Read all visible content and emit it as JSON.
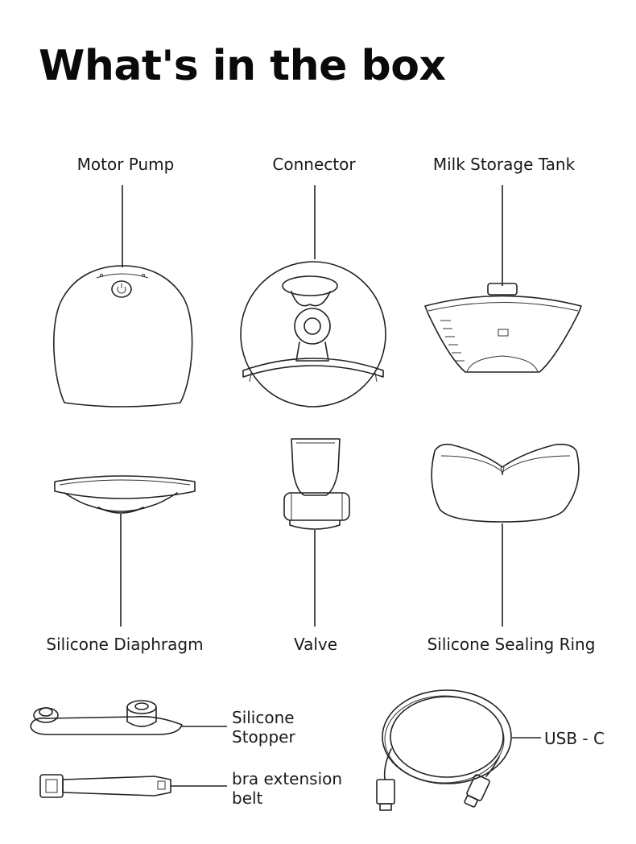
{
  "title": "What's in the box",
  "items": {
    "motor_pump": "Motor Pump",
    "connector": "Connector",
    "milk_storage_tank": "Milk Storage Tank",
    "silicone_diaphragm": "Silicone Diaphragm",
    "valve": "Valve",
    "silicone_sealing_ring": "Silicone Sealing Ring",
    "silicone_stopper_line1": "Silicone",
    "silicone_stopper_line2": "Stopper",
    "bra_extension_belt_line1": "bra extension",
    "bra_extension_belt_line2": "belt",
    "usb_c": "USB - C"
  }
}
